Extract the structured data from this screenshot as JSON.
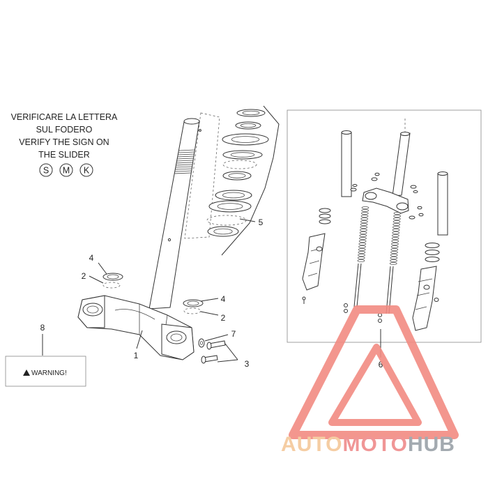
{
  "note": {
    "lines": [
      "VERIFICARE LA LETTERA",
      "SUL FODERO",
      "VERIFY THE SIGN ON",
      "THE SLIDER"
    ],
    "letters": [
      "S",
      "M",
      "K"
    ]
  },
  "callouts": {
    "c1": "1",
    "c2a": "2",
    "c2b": "2",
    "c3": "3",
    "c4a": "4",
    "c4b": "4",
    "c5": "5",
    "c6": "6",
    "c7": "7",
    "c8": "8"
  },
  "warning": {
    "label": "WARNING!"
  },
  "watermark": {
    "parts": [
      "AUTO",
      "MOTO",
      "HUB"
    ],
    "colors": {
      "auto": "#f5c89a",
      "moto": "#ef8b8b",
      "hub": "#9aa1a8",
      "triangle": "#f28b82"
    }
  }
}
